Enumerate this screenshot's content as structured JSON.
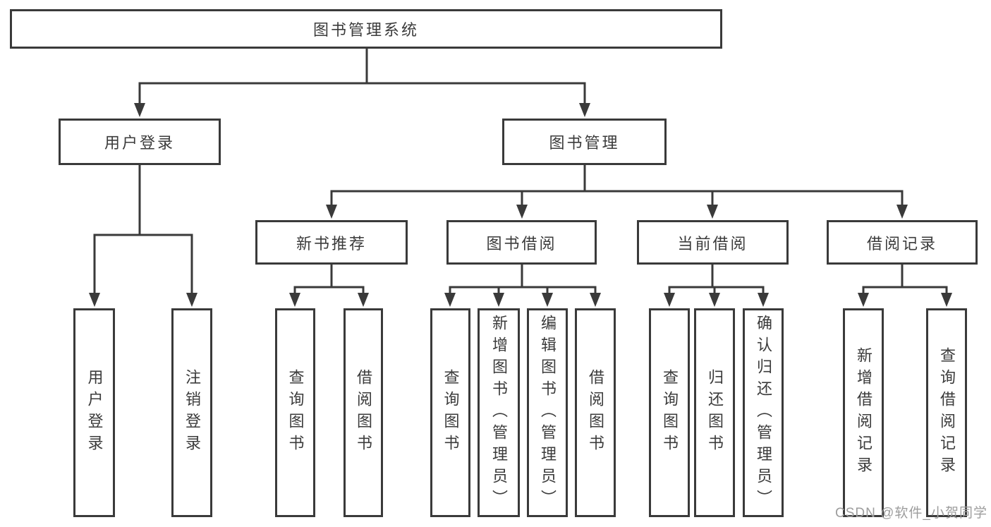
{
  "tree": {
    "root": "图书管理系统",
    "children": [
      {
        "label": "用户登录",
        "children": [
          {
            "label": "用户登录"
          },
          {
            "label": "注销登录"
          }
        ]
      },
      {
        "label": "图书管理",
        "children": [
          {
            "label": "新书推荐",
            "children": [
              {
                "label": "查询图书"
              },
              {
                "label": "借阅图书"
              }
            ]
          },
          {
            "label": "图书借阅",
            "children": [
              {
                "label": "查询图书"
              },
              {
                "label": "新增图书（管理员）"
              },
              {
                "label": "编辑图书（管理员）"
              },
              {
                "label": "借阅图书"
              }
            ]
          },
          {
            "label": "当前借阅",
            "children": [
              {
                "label": "查询图书"
              },
              {
                "label": "归还图书"
              },
              {
                "label": "确认归还（管理员）"
              }
            ]
          },
          {
            "label": "借阅记录",
            "children": [
              {
                "label": "新增借阅记录"
              },
              {
                "label": "查询借阅记录"
              }
            ]
          }
        ]
      }
    ]
  },
  "watermark": {
    "text": "CSDN @软件_小贺同学"
  },
  "colors": {
    "line": "#3a3a3a",
    "text": "#3b3b3b",
    "watermark": "#9d9d9d",
    "background": "#ffffff"
  }
}
